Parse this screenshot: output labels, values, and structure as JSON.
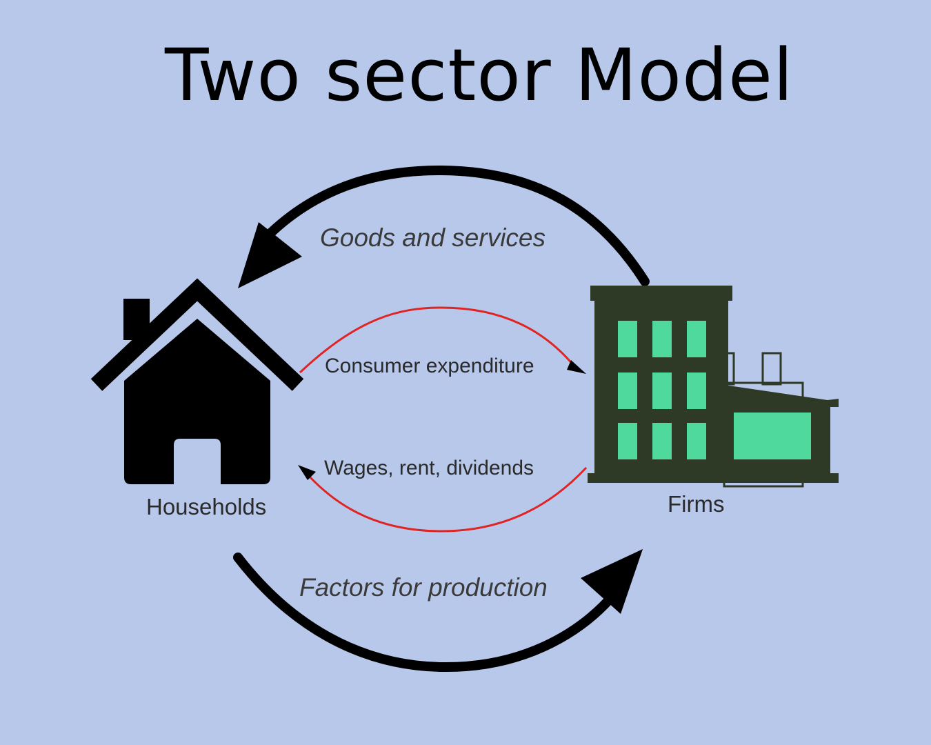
{
  "title": "Two sector Model",
  "nodes": {
    "households": {
      "label": "Households"
    },
    "firms": {
      "label": "Firms"
    }
  },
  "flows": {
    "goods": {
      "label": "Goods and services"
    },
    "expenditure": {
      "label": "Consumer expenditure"
    },
    "wages": {
      "label": "Wages, rent, dividends"
    },
    "factors": {
      "label": "Factors for production"
    }
  },
  "colors": {
    "background": "#b8c8ea",
    "outer_arrows": "#000000",
    "inner_arrows": "#e02424",
    "house": "#000000",
    "building_frame": "#2f3a26",
    "building_windows": "#4fd99c"
  },
  "icons": {
    "households": "house-icon",
    "firms": "factory-building-icon"
  }
}
